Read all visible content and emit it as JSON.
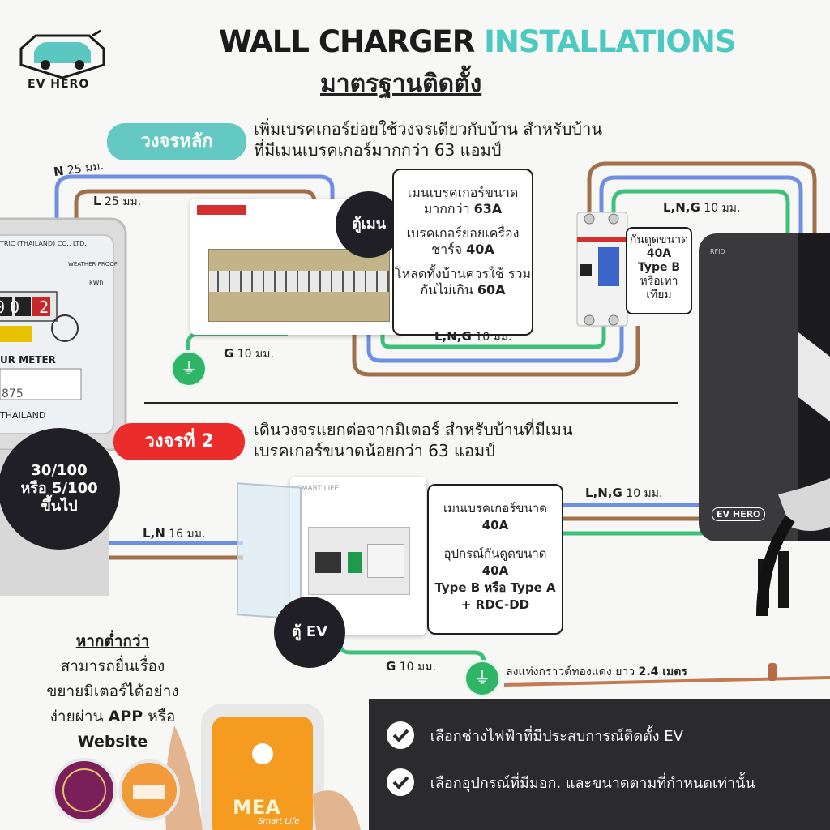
{
  "header": {
    "logo_text": "EV HERO",
    "title_part1": "WALL CHARGER",
    "title_part2": "INSTALLATIONS",
    "subtitle": "มาตรฐานติดตั้ง"
  },
  "colors": {
    "accent_teal": "#63c9c2",
    "accent_red": "#ec2b2b",
    "wire_line": "#a0704c",
    "wire_neutral": "#6f8fe0",
    "wire_ground": "#3fc07a",
    "dark": "#1f1f25"
  },
  "circuit_main": {
    "label": "วงจรหลัก",
    "desc_line1": "เพิ่มเบรคเกอร์ย่อยใช้วงจรเดียวกับบ้าน สำหรับบ้าน",
    "desc_line2": "ที่มีเมนเบรคเกอร์มากกว่า 63 แอมป์",
    "wire_n_code": "N",
    "wire_n_size": "25 มม.",
    "wire_l_code": "L",
    "wire_l_size": "25 มม.",
    "wire_g_code": "G",
    "wire_g_size": "10 มม.",
    "wire_lng_code": "L,N,G",
    "wire_lng_size": "10 มม.",
    "wire_lng_top_code": "L,N,G",
    "wire_lng_top_size": "10 มม.",
    "panel_label": "ตู้เมน",
    "info_1_text": "เมนเบรคเกอร์ขนาด มากกว่า",
    "info_1_value": "63A",
    "info_2_text": "เบรคเกอร์ย่อยเครื่อง ชาร์จ",
    "info_2_value": "40A",
    "info_3_text": "โหลดทั้งบ้านควรใช้ รวมกันไม่เกิน",
    "info_3_value": "60A",
    "rcd_text1": "กันดูดขนาด",
    "rcd_value": "40A",
    "rcd_type": "Type B",
    "rcd_text2": "หรือเท่า เทียม"
  },
  "meter": {
    "rating_line1": "30/100",
    "rating_line2": "หรือ 5/100",
    "rating_line3": "ขึ้นไป",
    "maker": "TRIC (THAILAND) CO., LTD.",
    "meter_label": "UR METER",
    "country": "THAILAND",
    "reading": "875",
    "digits": "00 2",
    "weather": "WEATHER PROOF",
    "unit": "kWh"
  },
  "circuit_two": {
    "label": "วงจรที่ 2",
    "desc_line1": "เดินวงจรแยกต่อจากมิเตอร์ สำหรับบ้านที่มีเมน",
    "desc_line2": "เบรคเกอร์ขนาดน้อยกว่า 63 แอมป์",
    "wire_ln_code": "L,N",
    "wire_ln_size": "16 มม.",
    "wire_lng_code": "L,N,G",
    "wire_lng_size": "10 มม.",
    "wire_g_code": "G",
    "wire_g_size": "10 มม.",
    "panel_label": "ตู้ EV",
    "panel_brand": "SMART LIFE",
    "info_1_text": "เมนเบรคเกอร์ขนาด",
    "info_1_value": "40A",
    "info_2_text": "อุปกรณ์กันดูดขนาด",
    "info_2_value": "40A",
    "info_2_type": "Type B หรือ Type A + RDC-DD",
    "ground_rod_text": "ลงแท่งกราวด์ทองแดง ยาว",
    "ground_rod_value": "2.4 เมตร"
  },
  "charger": {
    "brand": "EV HERO",
    "rfid": "RFID"
  },
  "lower_note": {
    "heading": "หากต่ำกว่า",
    "body_line1": "สามารถยื่นเรื่อง",
    "body_line2": "ขยายมิเตอร์ได้อย่าง",
    "body_line3": "ง่ายผ่าน",
    "body_app": "APP",
    "body_or": "หรือ",
    "body_web": "Website"
  },
  "phone": {
    "app_name": "MEA",
    "app_sub": "Smart Life"
  },
  "checklist": [
    "เลือกช่างไฟฟ้าที่มีประสบการณ์ติดตั้ง EV",
    "เลือกอุปกรณ์ที่มีมอก. และขนาดตามที่กำหนดเท่านั้น"
  ]
}
